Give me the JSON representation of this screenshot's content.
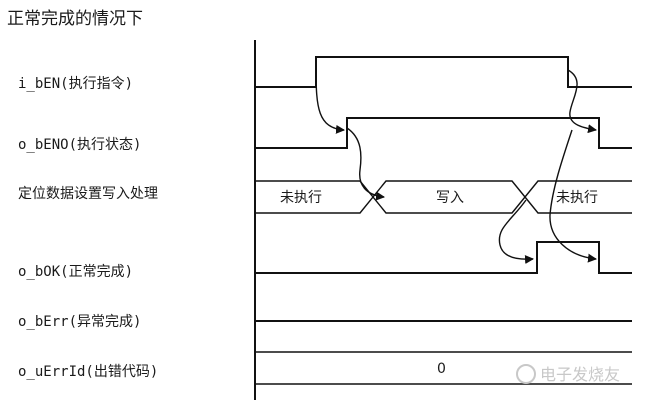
{
  "title": "正常完成的情况下",
  "signals": [
    {
      "label": "i_bEN(执行指令)"
    },
    {
      "label": "o_bENO(执行状态)"
    },
    {
      "label": "定位数据设置写入处理"
    },
    {
      "label": "o_bOK(正常完成)"
    },
    {
      "label": "o_bErr(异常完成)"
    },
    {
      "label": "o_uErrId(出错代码)"
    }
  ],
  "states": {
    "s1": "未执行",
    "s2": "写入",
    "s3": "未执行"
  },
  "err_code_value": "0",
  "watermark": "电子发烧友",
  "colors": {
    "line": "#111111",
    "text": "#1a1a1a",
    "watermark": "#c8c8c8"
  }
}
